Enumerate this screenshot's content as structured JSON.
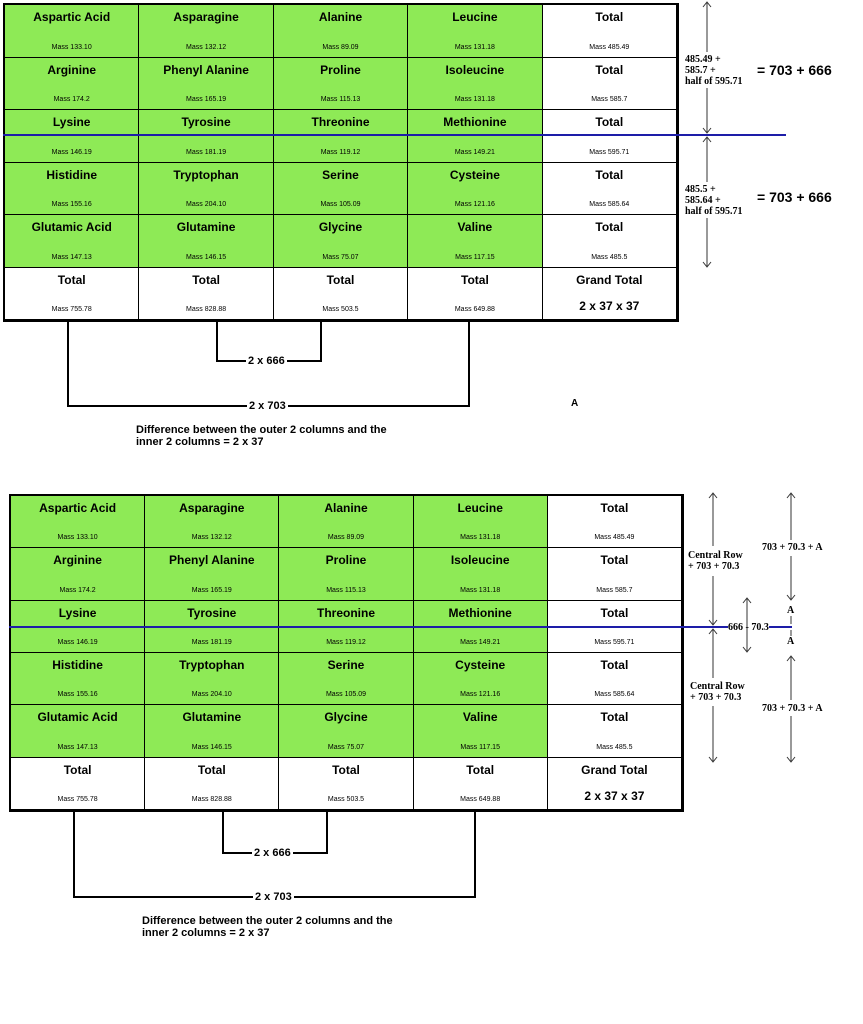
{
  "table": {
    "rows": [
      [
        {
          "name": "Aspartic Acid",
          "mass": "Mass 133.10",
          "color": "green"
        },
        {
          "name": "Asparagine",
          "mass": "Mass 132.12",
          "color": "green"
        },
        {
          "name": "Alanine",
          "mass": "Mass 89.09",
          "color": "green"
        },
        {
          "name": "Leucine",
          "mass": "Mass 131.18",
          "color": "green"
        },
        {
          "name": "Total",
          "mass": "Mass 485.49",
          "color": "white"
        }
      ],
      [
        {
          "name": "Arginine",
          "mass": "Mass 174.2",
          "color": "green"
        },
        {
          "name": "Phenyl Alanine",
          "mass": "Mass 165.19",
          "color": "green"
        },
        {
          "name": "Proline",
          "mass": "Mass 115.13",
          "color": "green"
        },
        {
          "name": "Isoleucine",
          "mass": "Mass 131.18",
          "color": "green"
        },
        {
          "name": "Total",
          "mass": "Mass 585.7",
          "color": "white"
        }
      ],
      [
        {
          "name": "Lysine",
          "mass": "Mass 146.19",
          "color": "green"
        },
        {
          "name": "Tyrosine",
          "mass": "Mass 181.19",
          "color": "green"
        },
        {
          "name": "Threonine",
          "mass": "Mass 119.12",
          "color": "green"
        },
        {
          "name": "Methionine",
          "mass": "Mass 149.21",
          "color": "green"
        },
        {
          "name": "Total",
          "mass": "Mass 595.71",
          "color": "white"
        }
      ],
      [
        {
          "name": "Histidine",
          "mass": "Mass 155.16",
          "color": "green"
        },
        {
          "name": "Tryptophan",
          "mass": "Mass 204.10",
          "color": "green"
        },
        {
          "name": "Serine",
          "mass": "Mass 105.09",
          "color": "green"
        },
        {
          "name": "Cysteine",
          "mass": "Mass 121.16",
          "color": "green"
        },
        {
          "name": "Total",
          "mass": "Mass 585.64",
          "color": "white"
        }
      ],
      [
        {
          "name": "Glutamic Acid",
          "mass": "Mass 147.13",
          "color": "green"
        },
        {
          "name": "Glutamine",
          "mass": "Mass 146.15",
          "color": "green"
        },
        {
          "name": "Glycine",
          "mass": "Mass 75.07",
          "color": "green"
        },
        {
          "name": "Valine",
          "mass": "Mass 117.15",
          "color": "green"
        },
        {
          "name": "Total",
          "mass": "Mass 485.5",
          "color": "white"
        }
      ],
      [
        {
          "name": "Total",
          "mass": "Mass 755.78",
          "color": "white"
        },
        {
          "name": "Total",
          "mass": "Mass 828.88",
          "color": "white"
        },
        {
          "name": "Total",
          "mass": "Mass 503.5",
          "color": "white"
        },
        {
          "name": "Total",
          "mass": "Mass 649.88",
          "color": "white"
        },
        {
          "name": "Grand Total",
          "mass": "2 x 37 x 37",
          "color": "white"
        }
      ]
    ]
  },
  "brackets": {
    "inner": "2 x 666",
    "outer": "2 x 703",
    "note_line1": "Difference between the outer 2 columns and the",
    "note_line2": "inner 2 columns = 2 x 37"
  },
  "top_annotations": {
    "upper_sum": [
      "485.49 +",
      "585.7 +",
      "half of 595.71"
    ],
    "lower_sum": [
      "485.5 +",
      "585.64 +",
      "half of 595.71"
    ],
    "upper_eq": "= 703 + 666",
    "lower_eq": "= 703 + 666",
    "stray_label": "A"
  },
  "bottom_annotations": {
    "central_upper": [
      "Central Row",
      "+ 703 + 70.3"
    ],
    "central_lower": [
      "Central Row",
      "+ 703 + 70.3"
    ],
    "right_upper": "703 + 70.3 + A",
    "right_lower": "703 + 70.3 + A",
    "middle": "666 - 70.3",
    "a_upper": "A",
    "a_lower": "A"
  },
  "colors": {
    "cell_green": "#8eea56",
    "line_blue": "#1d1da8"
  }
}
